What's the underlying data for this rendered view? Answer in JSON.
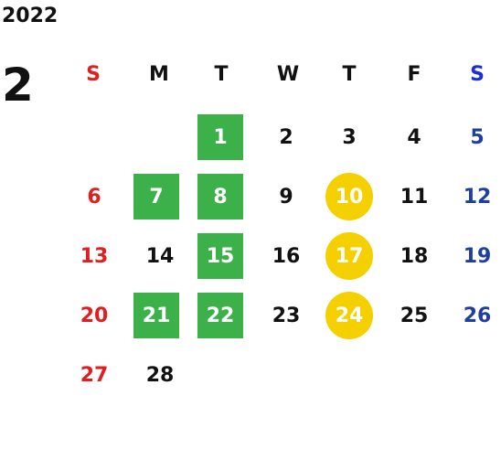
{
  "header": {
    "year": "2022",
    "month": "2"
  },
  "weekdays": [
    "S",
    "M",
    "T",
    "W",
    "T",
    "F",
    "S"
  ],
  "weeks": [
    [
      "",
      "",
      "1",
      "2",
      "3",
      "4",
      "5"
    ],
    [
      "6",
      "7",
      "8",
      "9",
      "10",
      "11",
      "12"
    ],
    [
      "13",
      "14",
      "15",
      "16",
      "17",
      "18",
      "19"
    ],
    [
      "20",
      "21",
      "22",
      "23",
      "24",
      "25",
      "26"
    ],
    [
      "27",
      "28",
      "",
      "",
      "",
      "",
      ""
    ]
  ],
  "highlights": {
    "green_days": [
      "1",
      "7",
      "8",
      "15",
      "21",
      "22"
    ],
    "yellow_days": [
      "10",
      "17",
      "24"
    ]
  },
  "colors": {
    "sunday": "#e02020",
    "saturday": "#1f3fa0",
    "green": "#3cb14a",
    "yellow": "#f5d000"
  }
}
